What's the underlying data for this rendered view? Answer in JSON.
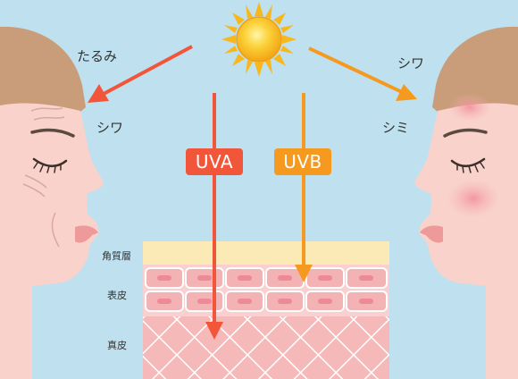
{
  "labels": {
    "tarumi": "たるみ",
    "shiwa_left": "シワ",
    "shiwa_right": "シワ",
    "shimi": "シミ",
    "uva": "UVA",
    "uvb": "UVB",
    "layer_stratum_corneum": "角質層",
    "layer_epidermis": "表皮",
    "layer_dermis": "真皮"
  },
  "colors": {
    "background": "#bfe0ee",
    "uva": "#f2563a",
    "uvb": "#f59a1e",
    "skin": "#f9d3cb",
    "hair": "#c99d7a",
    "sun": "#f7b81e",
    "cheek": "#f4a0a8"
  },
  "icons": {
    "sun": "sun-icon"
  }
}
